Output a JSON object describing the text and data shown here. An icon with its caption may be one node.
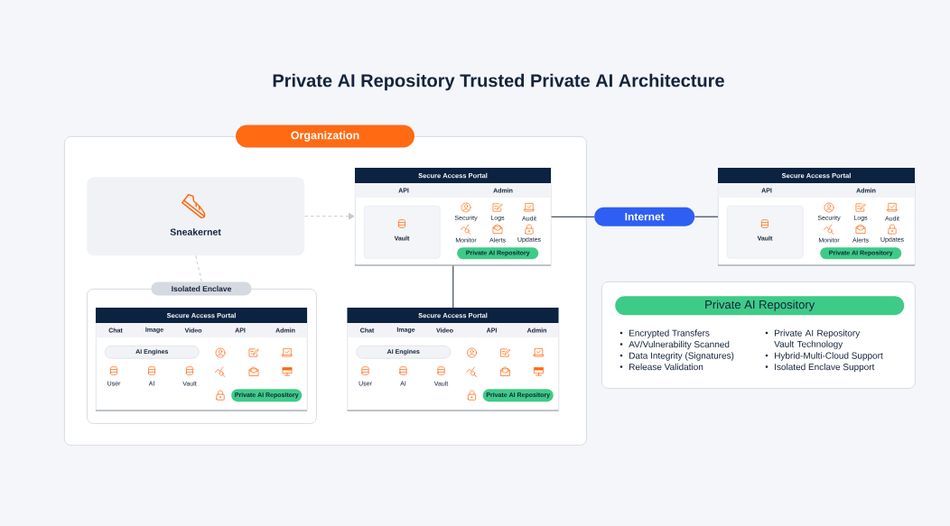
{
  "diagram": {
    "title": "Private AI Repository Trusted Private AI Architecture",
    "nodes": [
      {
        "text": [
          "Organization"
        ]
      },
      {
        "text": [
          "Sneakernet"
        ],
        "in": 0
      },
      {
        "text": [
          "Secure Access Portal",
          "API",
          "Admin",
          "Security",
          "Logs",
          "Audit",
          "Monitor",
          "Alerts",
          "Updates"
        ],
        "in": 0
      },
      {
        "text": [
          "Vault"
        ],
        "in": 2
      },
      {
        "text": [
          "Private AI Repository"
        ],
        "in": 2
      },
      {
        "text": [
          "Internet"
        ]
      },
      {
        "text": [
          "Secure Access Portal",
          "API",
          "Admin",
          "Security",
          "Logs",
          "Audit",
          "Monitor",
          "Alerts",
          "Updates"
        ]
      },
      {
        "text": [
          "Vault"
        ],
        "in": 6
      },
      {
        "text": [
          "Private AI Repository"
        ],
        "in": 6
      },
      {
        "text": [
          "Isolated Enclave"
        ],
        "in": 0
      },
      {
        "text": [
          "Secure Access Portal",
          "Chat",
          "Image",
          "Video",
          "API",
          "Admin",
          "User",
          "AI",
          "Vault"
        ],
        "in": 9
      },
      {
        "text": [
          "AI Engines"
        ],
        "in": 10
      },
      {
        "text": [
          "Private AI Repository"
        ],
        "in": 10
      },
      {
        "text": [
          "Secure Access Portal",
          "Chat",
          "Image",
          "Video",
          "API",
          "Admin",
          "User",
          "AI",
          "Vault"
        ],
        "in": 0
      },
      {
        "text": [
          "AI Engines"
        ],
        "in": 13
      },
      {
        "text": [
          "Private AI Repository"
        ],
        "in": 13
      },
      {
        "text": [
          "Encrypted Transfers",
          "AV/Vulnerability Scanned",
          "Data Integrity (Signatures)",
          "Release Validation",
          "Private AI Repository Vault Technology",
          "Hybrid-Multi-Cloud Support",
          "Isolated Enclave Support"
        ]
      },
      {
        "text": [
          "Private AI Repository"
        ],
        "in": 16
      }
    ],
    "edges": [
      {
        "from": 1,
        "to": 2,
        "arrow": "to",
        "style": "dashed",
        "color": "#c5cbd3"
      },
      {
        "from": 1,
        "to": 9,
        "arrow": "none",
        "style": "dashed",
        "color": "#c5cbd3"
      },
      {
        "from": 2,
        "to": 13,
        "arrow": "none"
      },
      {
        "from": 2,
        "to": 5,
        "arrow": "none"
      },
      {
        "from": 5,
        "to": 6,
        "arrow": "none"
      }
    ]
  }
}
